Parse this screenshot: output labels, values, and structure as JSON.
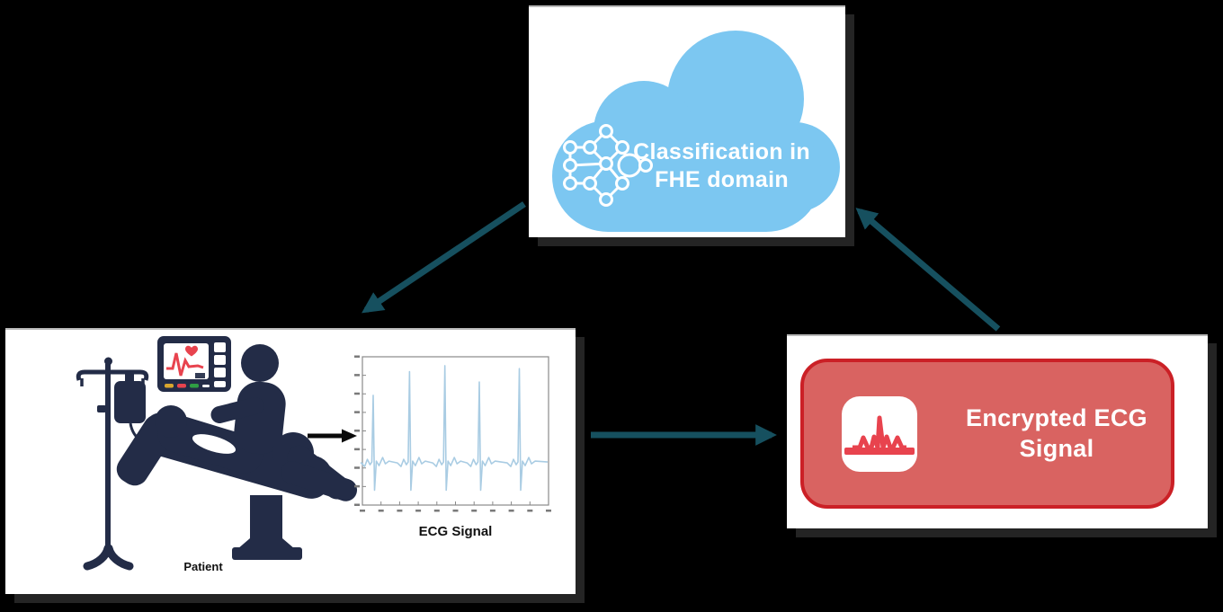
{
  "colors": {
    "background": "#000000",
    "panel_white": "#ffffff",
    "panel_shadow": "#242424",
    "panel_top_edge": "#b9b9b9",
    "cloud_fill": "#7cc7f1",
    "arrow_teal": "#16505f",
    "pictogram_navy": "#232c47",
    "ecg_trace": "#a9cce3",
    "monitor_red": "#e8434e",
    "indicator_yellow": "#d9a62e",
    "indicator_green": "#2f9e44",
    "encrypted_fill": "#d96361",
    "encrypted_border": "#cb2026",
    "label_dark": "#111111",
    "text_white": "#ffffff",
    "axis_gray": "#888888"
  },
  "cloud_node": {
    "label": "Classification in FHE domain",
    "icon": "neural-network-icon"
  },
  "patient_node": {
    "caption": "Patient",
    "scene_icons": [
      "patient-monitor-icon",
      "iv-stand-icon",
      "patient-on-recliner-icon",
      "caregiver-icon",
      "right-arrow-icon"
    ]
  },
  "ecg_plot": {
    "caption": "ECG Signal",
    "beat_count": 5,
    "beat_positions": [
      0.07,
      0.265,
      0.455,
      0.64,
      0.855
    ],
    "spike_tops": [
      0.26,
      0.1,
      0.06,
      0.17,
      0.08
    ],
    "baseline_frac": 0.71,
    "s_dip_frac": 0.9,
    "x_tick_count": 11,
    "y_tick_count": 9
  },
  "encrypted_node": {
    "label": "Encrypted ECG Signal",
    "icon": "heartbeat-app-icon"
  },
  "arrows": [
    {
      "id": "cloud-to-patient",
      "from": "cloud-node",
      "to": "patient-node"
    },
    {
      "id": "patient-to-encrypted",
      "from": "patient-node",
      "to": "encrypted-node"
    },
    {
      "id": "encrypted-to-cloud",
      "from": "encrypted-node",
      "to": "cloud-node"
    }
  ]
}
